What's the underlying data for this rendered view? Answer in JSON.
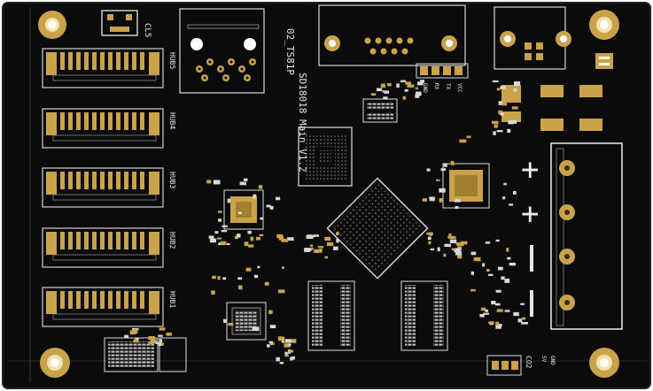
{
  "board": {
    "mask_color": "#0b0b0b",
    "copper_color": "#c9a24a",
    "silk_color": "#e6e6e6",
    "title_silk": "SD18018 Main V1.2",
    "version_silk": "02_TS81P",
    "hub_labels": [
      "HUB5",
      "HUB4",
      "HUB3",
      "HUB2",
      "HUB1"
    ],
    "top_labels": [
      "CL5",
      "GND",
      "RX",
      "TX",
      "VCC"
    ],
    "bottom_labels": [
      "CO2",
      "5V",
      "GND"
    ],
    "power_marks": [
      "+",
      "+",
      "−",
      "−"
    ]
  }
}
